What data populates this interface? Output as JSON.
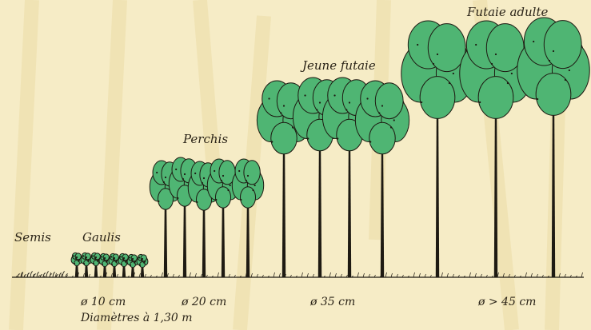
{
  "colors": {
    "background": "#f6ecc6",
    "crown": "#4fb573",
    "ink": "#1e1a12",
    "streak": "#ead9a0"
  },
  "stages": [
    {
      "id": "semis",
      "label": "Semis"
    },
    {
      "id": "gaulis",
      "label": "Gaulis"
    },
    {
      "id": "perchis",
      "label": "Perchis"
    },
    {
      "id": "jeune-futaie",
      "label": "Jeune futaie"
    },
    {
      "id": "futaie-adulte",
      "label": "Futaie adulte"
    }
  ],
  "diameters": {
    "gaulis": "ø 10 cm",
    "perchis": "ø 20 cm",
    "jeune_futaie": "ø 35 cm",
    "futaie_adulte": "ø > 45 cm"
  },
  "note": "Diamètres à 1,30 m"
}
